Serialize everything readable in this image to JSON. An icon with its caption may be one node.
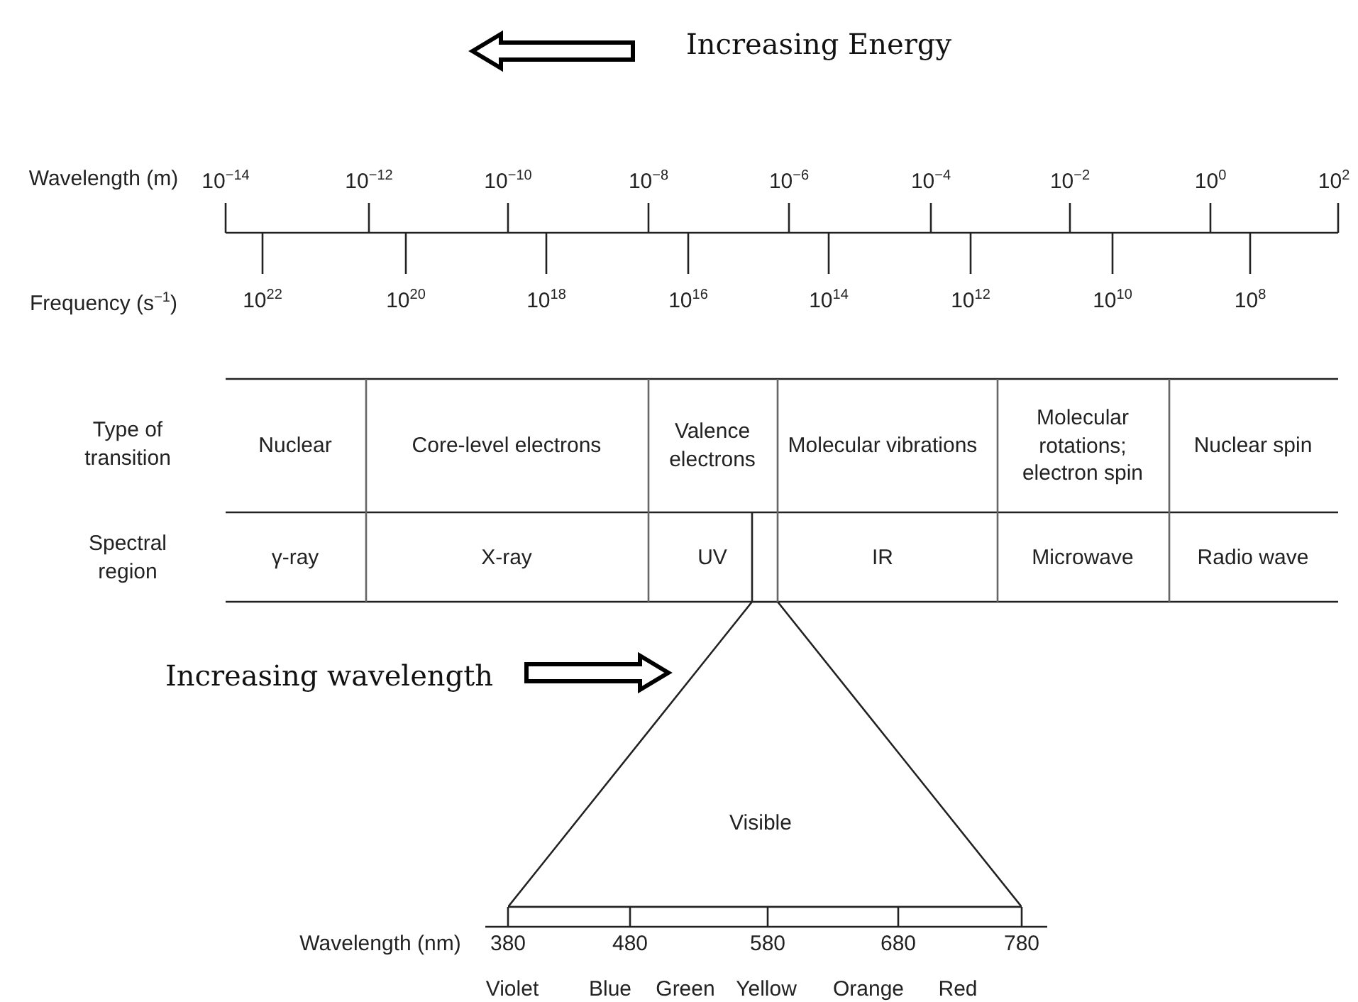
{
  "diagram": {
    "nodes": [
      {
        "text": [
          "Visible"
        ]
      }
    ],
    "labels": [
      "Increasing Energy",
      "Wavelength (m)",
      "10$^{−14}$",
      "10$^{−12}$",
      "10$^{−10}$",
      "10$^{−8}$",
      "10$^{−6}$",
      "10$^{−4}$",
      "10$^{−2}$",
      "10$^{0}$",
      "10$^{2}$",
      "Frequency (s$^{−1}$)",
      "10$^{22}$",
      "10$^{20}$",
      "10$^{18}$",
      "10$^{16}$",
      "10$^{14}$",
      "10$^{12}$",
      "10$^{10}$",
      "10$^{8}$",
      "Type of transition",
      "Nuclear",
      "Core-level electrons",
      "Valence electrons",
      "Molecular vibrations",
      "Molecular rotations; electron spin",
      "Nuclear spin",
      "Spectral region",
      "γ-ray",
      "X-ray",
      "UV",
      "IR",
      "Microwave",
      "Radio wave",
      "Increasing wavelength",
      "Wavelength (nm)",
      "380",
      "480",
      "580",
      "680",
      "780",
      "Violet",
      "Blue",
      "Green",
      "Yellow",
      "Orange",
      "Red"
    ]
  }
}
